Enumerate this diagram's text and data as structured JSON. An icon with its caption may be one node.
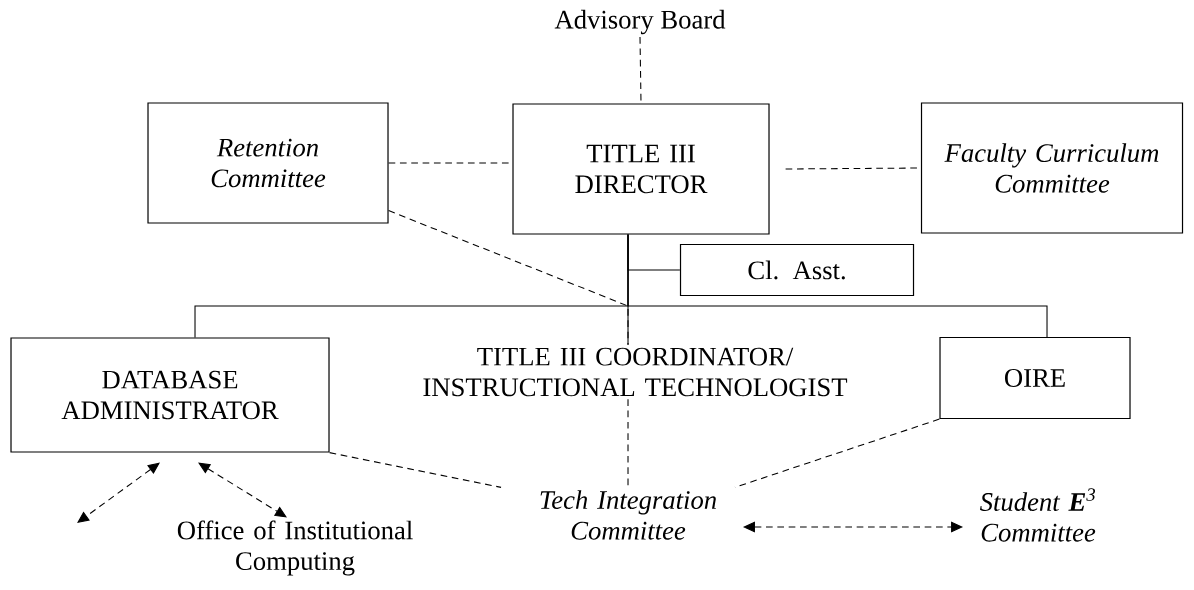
{
  "diagram": {
    "nodes": [
      {
        "text": [
          "Advisory Board"
        ]
      },
      {
        "text": [
          "Retention Committee"
        ]
      },
      {
        "text": [
          "TITLE III DIRECTOR"
        ]
      },
      {
        "text": [
          "Faculty Curriculum Committee"
        ]
      },
      {
        "text": [
          "Cl. Asst."
        ]
      },
      {
        "text": [
          "DATABASE ADMINISTRATOR"
        ]
      },
      {
        "text": [
          "TITLE III COORDINATOR/ INSTRUCTIONAL TECHNOLOGIST"
        ]
      },
      {
        "text": [
          "OIRE"
        ]
      },
      {
        "text": [
          "Office of Institutional Computing"
        ]
      },
      {
        "text": [
          "Tech Integration Committee"
        ]
      },
      {
        "text": [
          "Student **E**$^{3}$ Committee"
        ]
      }
    ],
    "edges": [
      {
        "from": 0,
        "to": 2,
        "arrow": "none",
        "style": "dashed"
      },
      {
        "from": 1,
        "to": 2,
        "arrow": "none",
        "style": "dashed"
      },
      {
        "from": 2,
        "to": 3,
        "arrow": "none",
        "style": "dashed"
      },
      {
        "from": 2,
        "to": 4,
        "arrow": "none"
      },
      {
        "from": 2,
        "to": 5,
        "arrow": "none"
      },
      {
        "from": 2,
        "to": 6,
        "arrow": "none"
      },
      {
        "from": 2,
        "to": 7,
        "arrow": "none"
      },
      {
        "from": 1,
        "to": 6,
        "arrow": "none",
        "style": "dashed"
      },
      {
        "from": 6,
        "to": 9,
        "arrow": "none",
        "style": "dashed"
      },
      {
        "from": 5,
        "to": 9,
        "arrow": "none",
        "style": "dashed"
      },
      {
        "from": 7,
        "to": 9,
        "arrow": "none",
        "style": "dashed"
      },
      {
        "from": 5,
        "to": 8,
        "arrow": "both",
        "style": "dashed"
      },
      {
        "from": 5,
        "to": null,
        "arrow": "both",
        "style": "dashed"
      },
      {
        "from": 9,
        "to": 10,
        "arrow": "both",
        "style": "dashed"
      }
    ]
  }
}
